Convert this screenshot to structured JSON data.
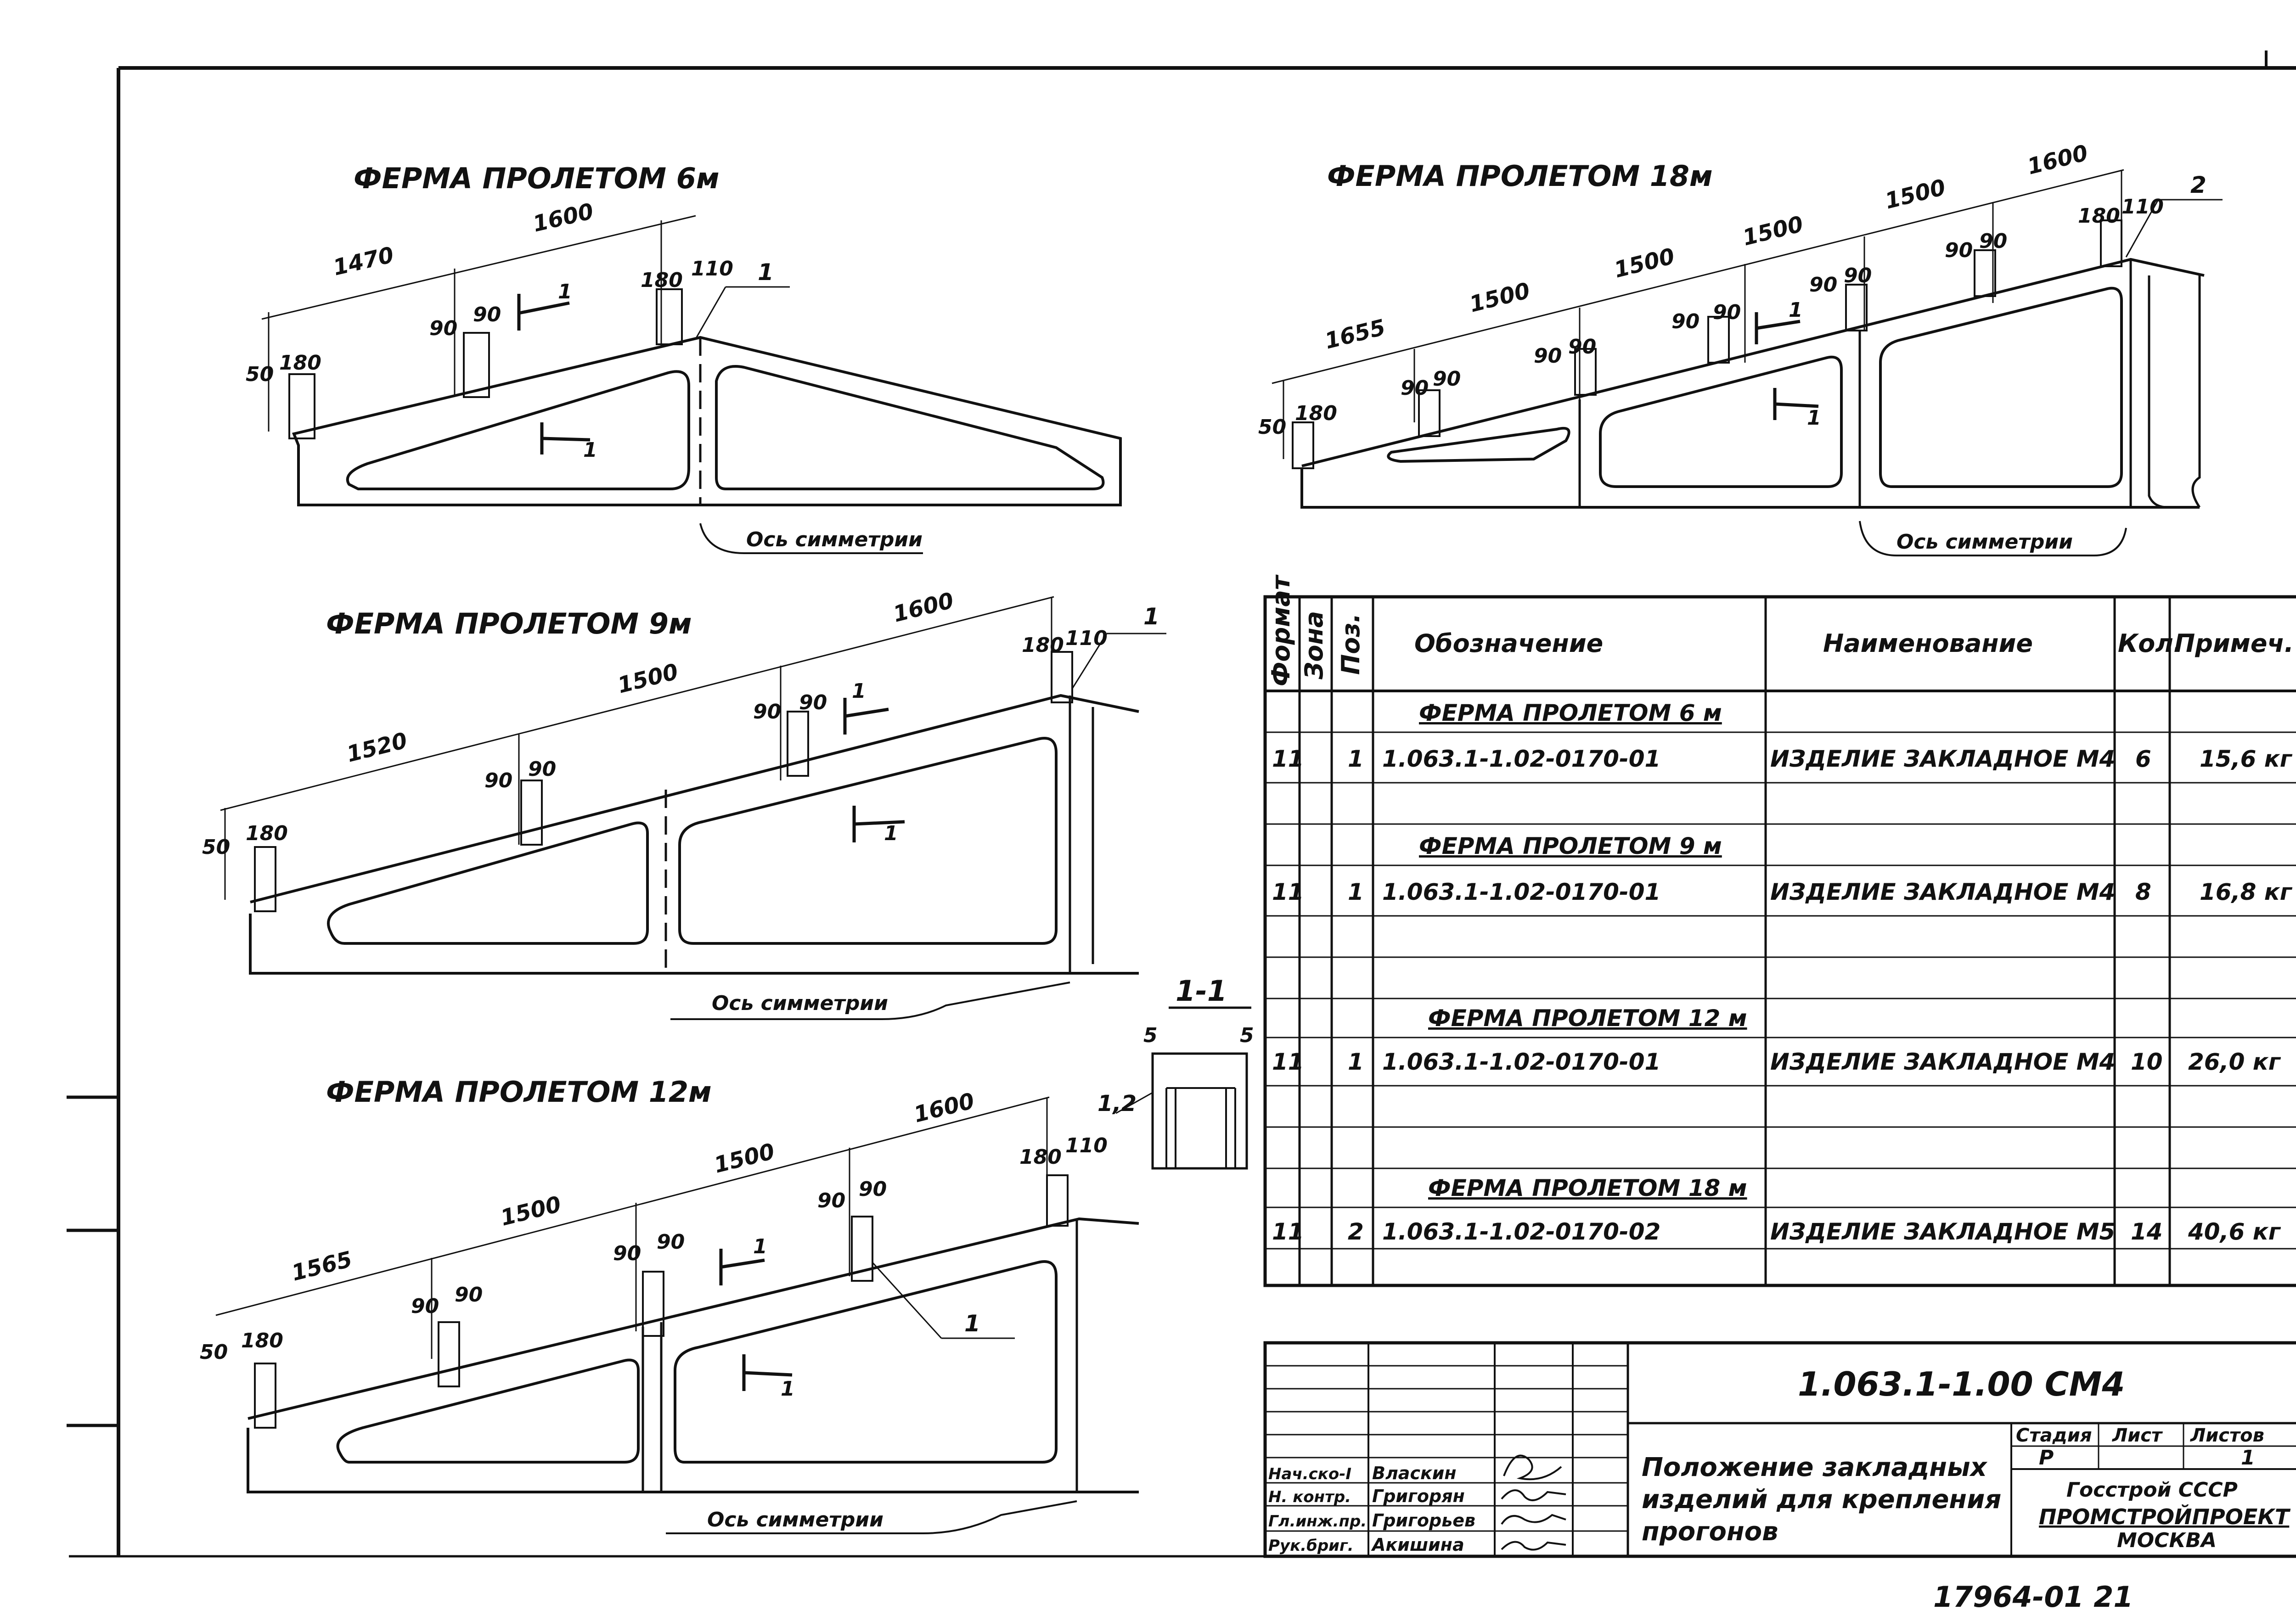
{
  "drawings": {
    "truss6": {
      "title": "ФЕРМА ПРОЛЕТОМ 6м",
      "dims_top": [
        "1470",
        "1600"
      ],
      "dims_small": [
        "50",
        "180",
        "90",
        "90",
        "180",
        "110"
      ],
      "section_mark_1": "1",
      "section_mark_2": "1",
      "callout": "1",
      "axis_label": "Ось симметрии"
    },
    "truss9": {
      "title": "ФЕРМА ПРОЛЕТОМ 9м",
      "dims_top": [
        "1520",
        "1500",
        "1600"
      ],
      "dims_small": [
        "50",
        "180",
        "90",
        "90",
        "90",
        "90",
        "180",
        "110"
      ],
      "section_mark_1": "1",
      "section_mark_2": "1",
      "callout": "1",
      "axis_label": "Ось симметрии"
    },
    "truss12": {
      "title": "ФЕРМА ПРОЛЕТОМ 12м",
      "dims_top": [
        "1565",
        "1500",
        "1500",
        "1600"
      ],
      "dims_small": [
        "50",
        "180",
        "90",
        "90",
        "90",
        "90",
        "90",
        "90",
        "180",
        "110"
      ],
      "section_mark_1": "1",
      "section_mark_2": "1",
      "callout": "1",
      "axis_label": "Ось симметрии"
    },
    "truss18": {
      "title": "ФЕРМА ПРОЛЕТОМ 18м",
      "dims_top": [
        "1655",
        "1500",
        "1500",
        "1500",
        "1500",
        "1600"
      ],
      "dims_small": [
        "50",
        "180",
        "90",
        "90",
        "90",
        "90",
        "90",
        "90",
        "90",
        "90",
        "90",
        "90",
        "180",
        "110"
      ],
      "section_mark_1": "1",
      "section_mark_2": "1",
      "callout": "2",
      "axis_label": "Ось симметрии"
    },
    "section": {
      "title": "1-1",
      "dim_left": "5",
      "dim_right": "5",
      "callout": "1,2"
    }
  },
  "spec_table": {
    "headers": [
      "Формат",
      "Зона",
      "Поз.",
      "Обозначение",
      "Наименование",
      "Кол.",
      "Примеч."
    ],
    "groups": [
      {
        "title": "ФЕРМА ПРОЛЕТОМ 6 м",
        "format": "11",
        "zone": "",
        "pos": "1",
        "designation": "1.063.1-1.02-0170-01",
        "name": "ИЗДЕЛИЕ ЗАКЛАДНОЕ М4",
        "qty": "6",
        "note": "15,6 кг"
      },
      {
        "title": "ФЕРМА ПРОЛЕТОМ 9 м",
        "format": "11",
        "zone": "",
        "pos": "1",
        "designation": "1.063.1-1.02-0170-01",
        "name": "ИЗДЕЛИЕ ЗАКЛАДНОЕ М4",
        "qty": "8",
        "note": "16,8 кг"
      },
      {
        "title": "ФЕРМА ПРОЛЕТОМ 12 м",
        "format": "11",
        "zone": "",
        "pos": "1",
        "designation": "1.063.1-1.02-0170-01",
        "name": "ИЗДЕЛИЕ ЗАКЛАДНОЕ М4",
        "qty": "10",
        "note": "26,0 кг"
      },
      {
        "title": "ФЕРМА ПРОЛЕТОМ 18 м",
        "format": "11",
        "zone": "",
        "pos": "2",
        "designation": "1.063.1-1.02-0170-02",
        "name": "ИЗДЕЛИЕ ЗАКЛАДНОЕ М5",
        "qty": "14",
        "note": "40,6 кг"
      }
    ]
  },
  "title_block": {
    "doc_code": "1.063.1-1.00 СМ4",
    "doc_title_lines": [
      "Положение закладных",
      "изделий для крепления",
      "прогонов"
    ],
    "stage_label": "Стадия",
    "sheet_label": "Лист",
    "sheets_label": "Листов",
    "stage": "Р",
    "sheet": "",
    "sheets": "1",
    "org_line1": "Госстрой СССР",
    "org_line2": "ПРОМСТРОЙПРОЕКТ",
    "org_line3": "МОСКВА",
    "roles": [
      "Нач.ско-I",
      "Н. контр.",
      "Гл.инж.пр.",
      "Рук.бриг."
    ],
    "names": [
      "Власкин",
      "Григорян",
      "Григорьев",
      "Акишина"
    ]
  },
  "stamp_number": "17964-01 21"
}
